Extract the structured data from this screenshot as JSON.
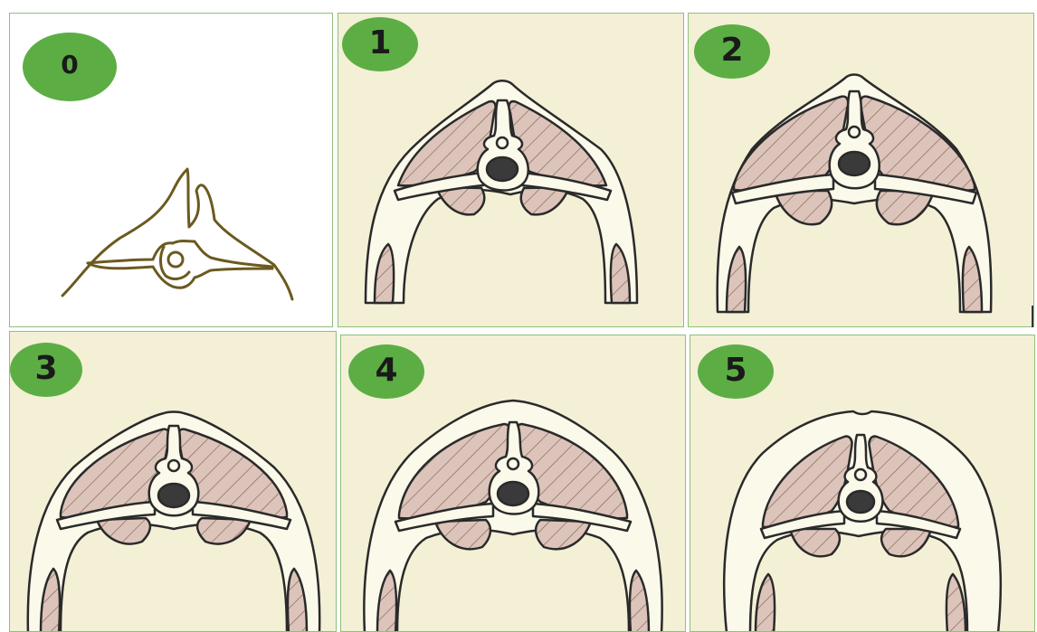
{
  "panels": [
    {
      "label": "0",
      "background": "#ffffff"
    },
    {
      "label": "1",
      "background": "#f3f0d6"
    },
    {
      "label": "2",
      "background": "#f3f0d6"
    },
    {
      "label": "3",
      "background": "#f3f0d6"
    },
    {
      "label": "4",
      "background": "#f3f0d6"
    },
    {
      "label": "5",
      "background": "#f3f0d6"
    }
  ],
  "colors": {
    "badge_green": "#5cae44",
    "border_green": "#8fc07a",
    "muscle_fill": "#dcc4ba",
    "bone_fill": "#fbf9ea",
    "outline": "#2a2a2a",
    "sketch_outline": "#6b5a1e"
  }
}
